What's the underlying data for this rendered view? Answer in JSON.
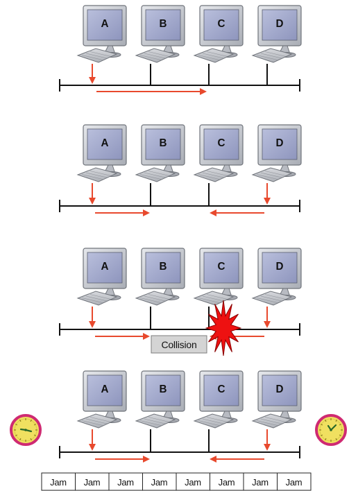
{
  "computers": [
    "A",
    "B",
    "C",
    "D"
  ],
  "collision_label": "Collision",
  "jam_labels": [
    "Jam",
    "Jam",
    "Jam",
    "Jam",
    "Jam",
    "Jam",
    "Jam",
    "Jam"
  ],
  "colors": {
    "arrow": "#e8492d",
    "bus": "#111111",
    "monitor_frame": "#c5c8cd",
    "screen": "#9ea5c8",
    "starburst": "#ee1111",
    "clock_face": "#f0e060",
    "clock_ring": "#cf2a72",
    "collision_box": "#d4d4d4",
    "jam_box": "#ffffff"
  },
  "icons": {
    "computer": "desktop-computer-icon",
    "collision": "starburst-icon",
    "timer": "clock-icon"
  }
}
